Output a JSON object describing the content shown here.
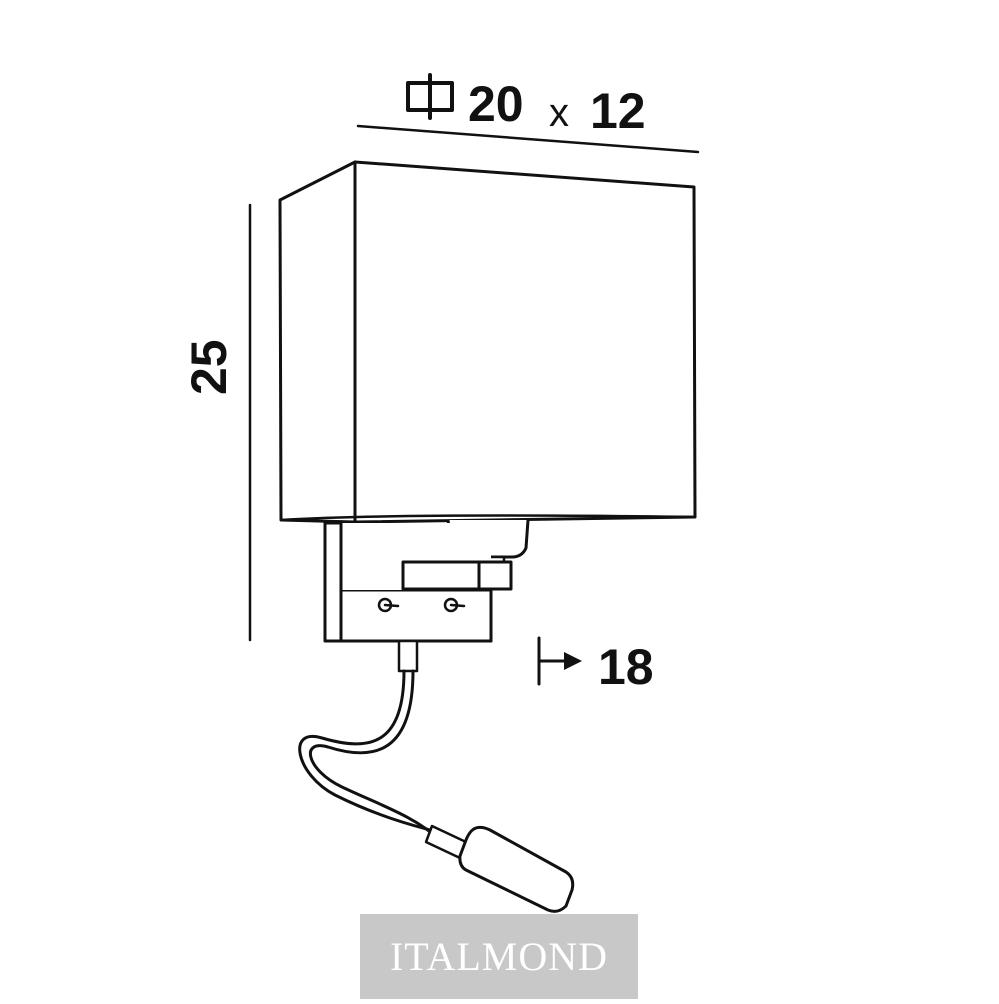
{
  "dimensions": {
    "width": "20",
    "times": "x",
    "depth": "12",
    "height": "25",
    "projection": "18"
  },
  "brand": {
    "name": "ITALMOND"
  },
  "colors": {
    "line": "#111111",
    "brand_bg": "#c8c8c8",
    "brand_text": "#ffffff"
  },
  "icons": {
    "shade_size_symbol": "square-section-icon",
    "projection_symbol": "arrow-right-from-wall-icon"
  }
}
